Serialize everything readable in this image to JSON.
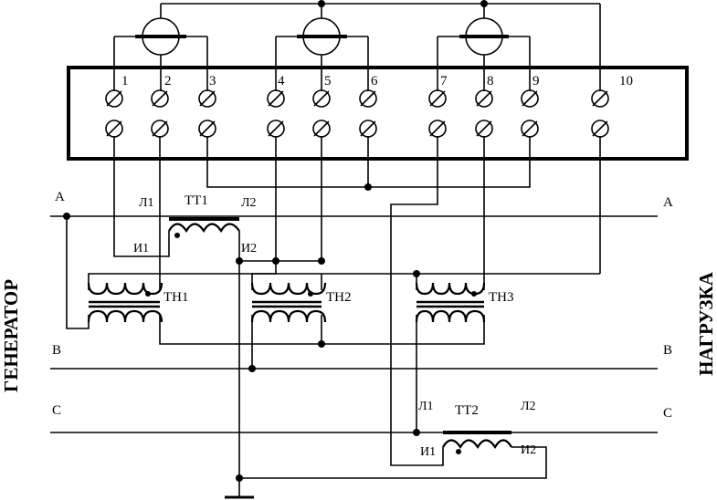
{
  "terminals": [
    "1",
    "2",
    "3",
    "4",
    "5",
    "6",
    "7",
    "8",
    "9",
    "10"
  ],
  "phases_left": [
    "A",
    "B",
    "C"
  ],
  "phases_right": [
    "A",
    "B",
    "C"
  ],
  "side_left": "ГЕНЕРАТОР",
  "side_right": "НАГРУЗКА",
  "ct1": {
    "name": "ТТ1",
    "l1": "Л1",
    "l2": "Л2",
    "i1": "И1",
    "i2": "И2"
  },
  "ct2": {
    "name": "ТТ2",
    "l1": "Л1",
    "l2": "Л2",
    "i1": "И1",
    "i2": "И2"
  },
  "vt": [
    "ТН1",
    "ТН2",
    "ТН3"
  ]
}
